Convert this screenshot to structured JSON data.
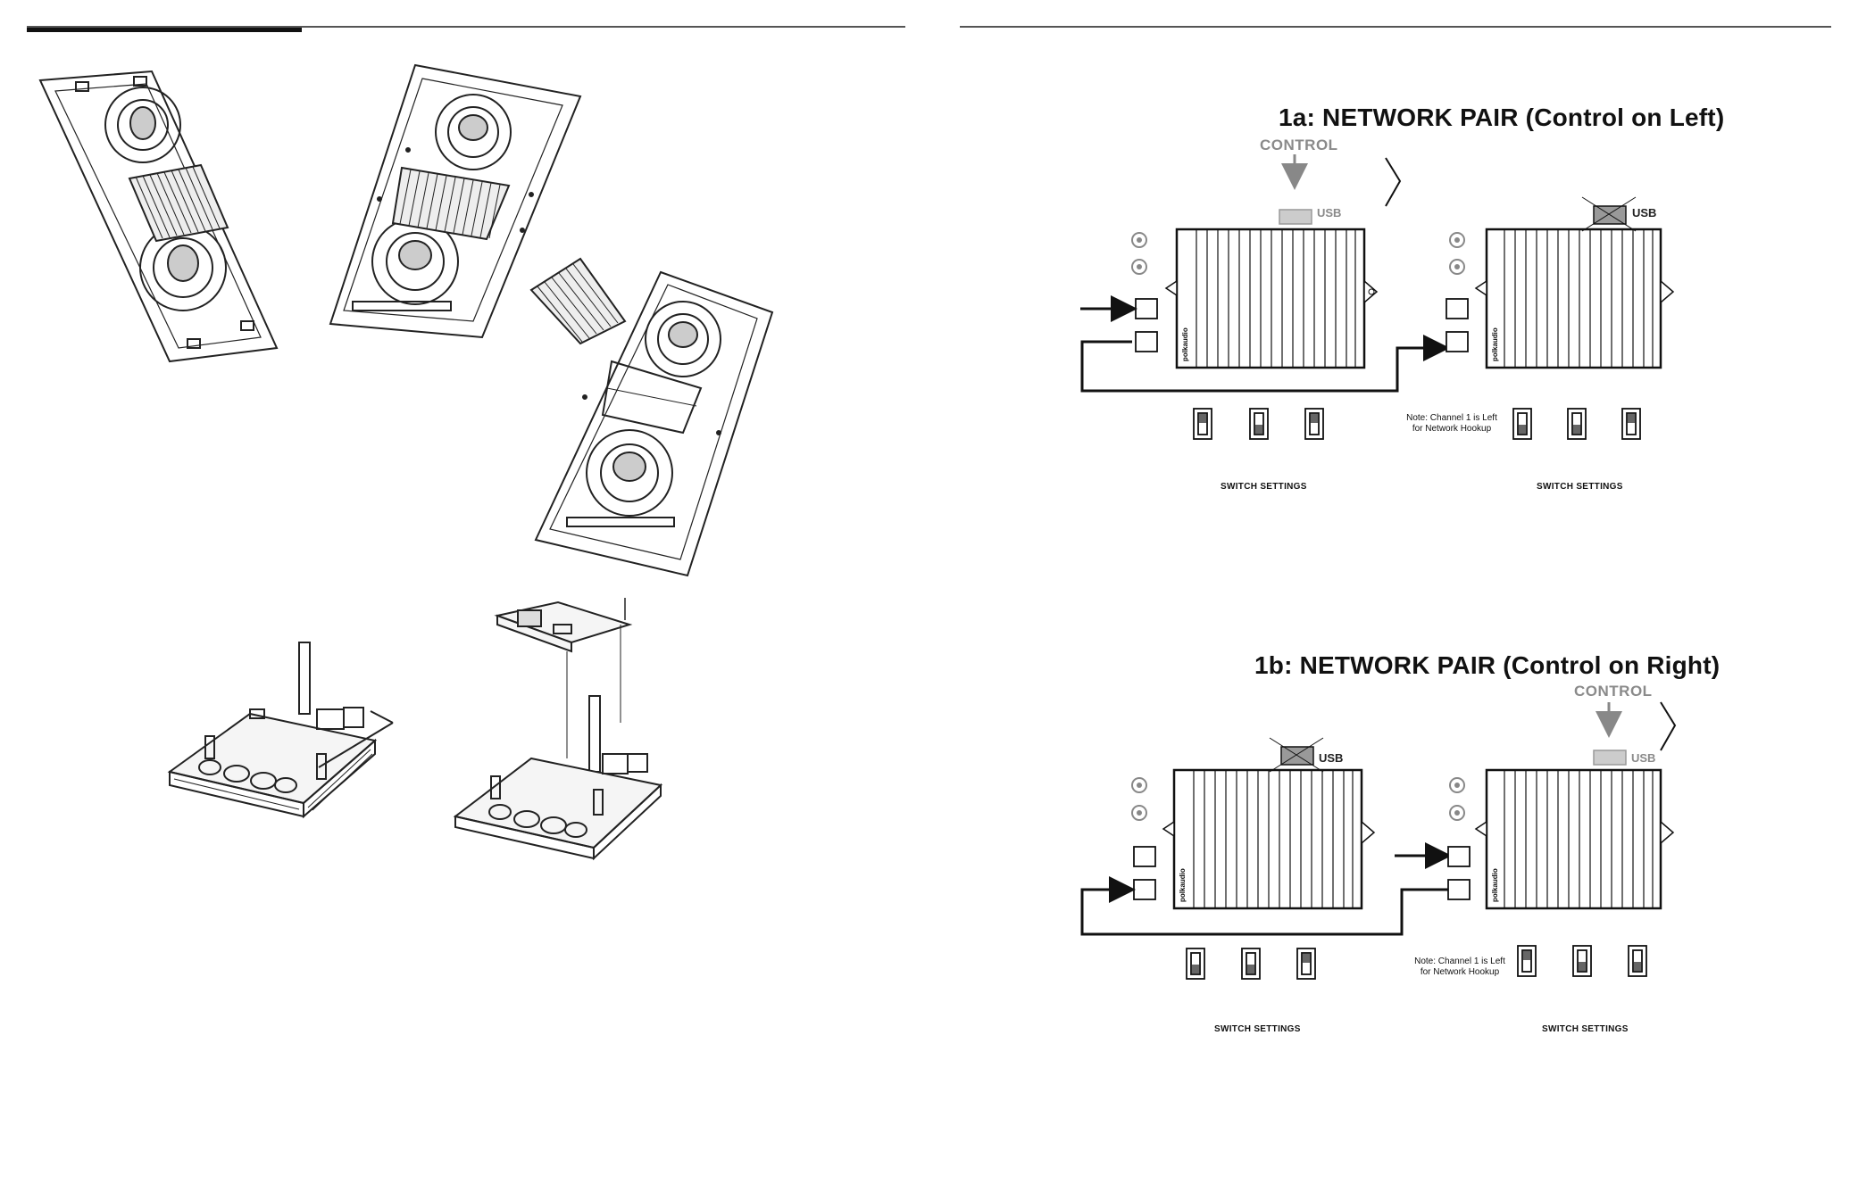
{
  "page": {
    "left_panel": {
      "illustrations": [
        "speaker-assembly-angled",
        "speaker-assembly-front",
        "speaker-exploded-amplifier",
        "amplifier-board",
        "amplifier-board-with-module"
      ]
    },
    "right_panel": {
      "diagram_1a": {
        "title": "1a: NETWORK PAIR (Control on Left)",
        "control_label": "CONTROL",
        "left_amp": {
          "usb_label": "USB",
          "usb_state": "active",
          "brand": "polkaudio"
        },
        "right_amp": {
          "usb_label": "USB",
          "usb_state": "crossed-out",
          "brand": "polkaudio"
        },
        "left_switch_caption": "SWITCH SETTINGS",
        "right_switch_caption": "SWITCH SETTINGS",
        "note_line1": "Note: Channel 1 is Left",
        "note_line2": "for Network Hookup"
      },
      "diagram_1b": {
        "title": "1b: NETWORK PAIR (Control on Right)",
        "control_label": "CONTROL",
        "left_amp": {
          "usb_label": "USB",
          "usb_state": "crossed-out",
          "brand": "polkaudio"
        },
        "right_amp": {
          "usb_label": "USB",
          "usb_state": "active",
          "brand": "polkaudio"
        },
        "left_switch_caption": "SWITCH SETTINGS",
        "right_switch_caption": "SWITCH SETTINGS",
        "note_line1": "Note: Channel 1 is Left",
        "note_line2": "for Network Hookup"
      }
    }
  }
}
